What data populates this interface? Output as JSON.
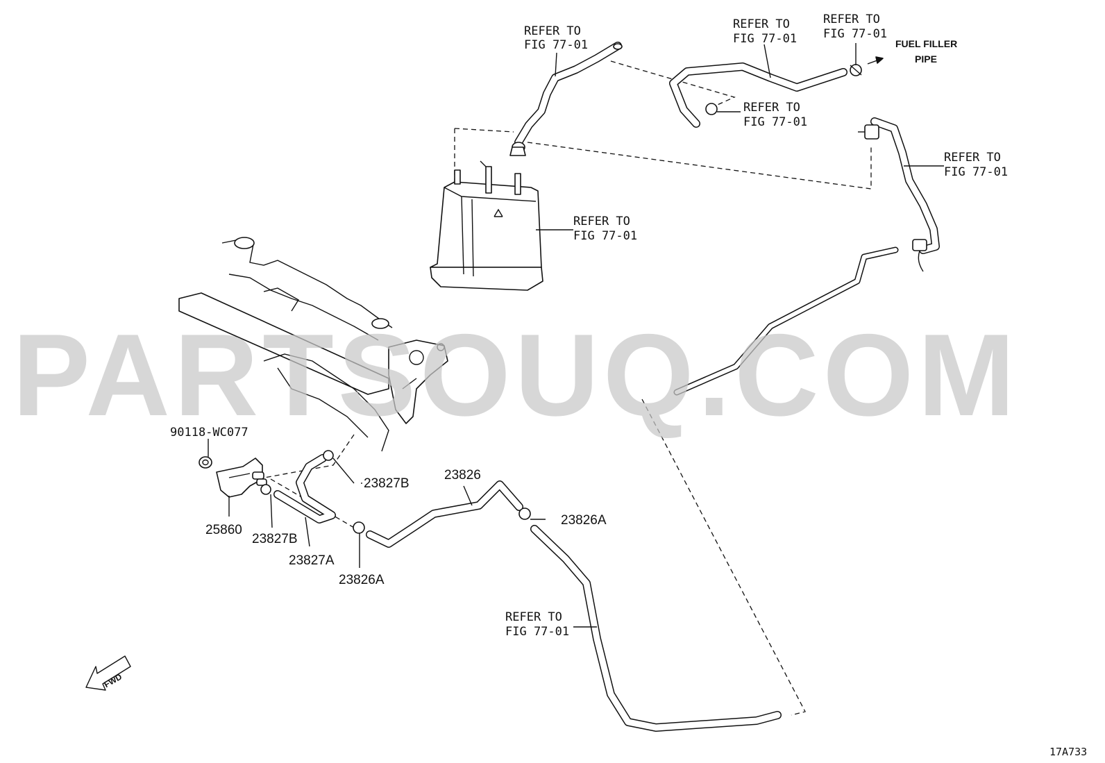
{
  "labels": {
    "refer_top_left": [
      "REFER TO",
      "FIG 77-01"
    ],
    "refer_top_mid": [
      "REFER TO",
      "FIG 77-01"
    ],
    "refer_top_right": [
      "REFER TO",
      "FIG 77-01"
    ],
    "fuel_filler_pipe": [
      "FUEL FILLER",
      "PIPE"
    ],
    "refer_mid_clamp": [
      "REFER TO",
      "FIG 77-01"
    ],
    "refer_right": [
      "REFER TO",
      "FIG 77-01"
    ],
    "refer_canister": [
      "REFER TO",
      "FIG 77-01"
    ],
    "refer_bottom": [
      "REFER TO",
      "FIG 77-01"
    ]
  },
  "parts": {
    "p90118": "90118-WC077",
    "p25860": "25860",
    "p23827B_top": "23827B",
    "p23827B_bottom": "23827B",
    "p23827A": "23827A",
    "p23826": "23826",
    "p23826A_right": "23826A",
    "p23826A_bottom": "23826A"
  },
  "watermark": "PARTSOUQ.COM",
  "fwd": "FWD",
  "figure_code": "17A733"
}
